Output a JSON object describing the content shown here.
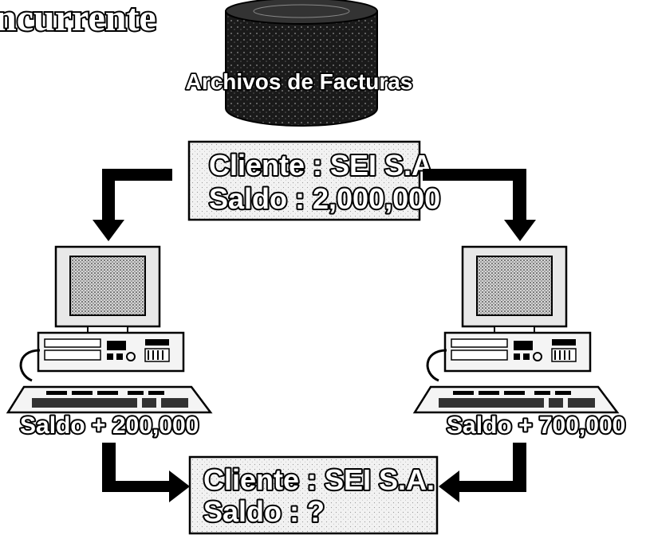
{
  "title_fragment": "ncurrente",
  "database": {
    "label": "Archivos de Facturas"
  },
  "record_top": {
    "line1": "Cliente : SEI S.A.",
    "line2": "Saldo : 2,000,000"
  },
  "left_computer": {
    "label": "Saldo + 200,000"
  },
  "right_computer": {
    "label": "Saldo + 700,000"
  },
  "record_bottom": {
    "line1": "Cliente : SEI S.A.",
    "line2": "Saldo : ?"
  },
  "icons": [
    "database-cylinder-icon",
    "desktop-computer-icon",
    "arrow-down-icon",
    "arrow-right-icon",
    "arrow-left-icon"
  ],
  "colors": {
    "ink": "#000000",
    "paper": "#ffffff",
    "box_fill": "#efefef",
    "screen_fill": "#c8c8c8"
  }
}
